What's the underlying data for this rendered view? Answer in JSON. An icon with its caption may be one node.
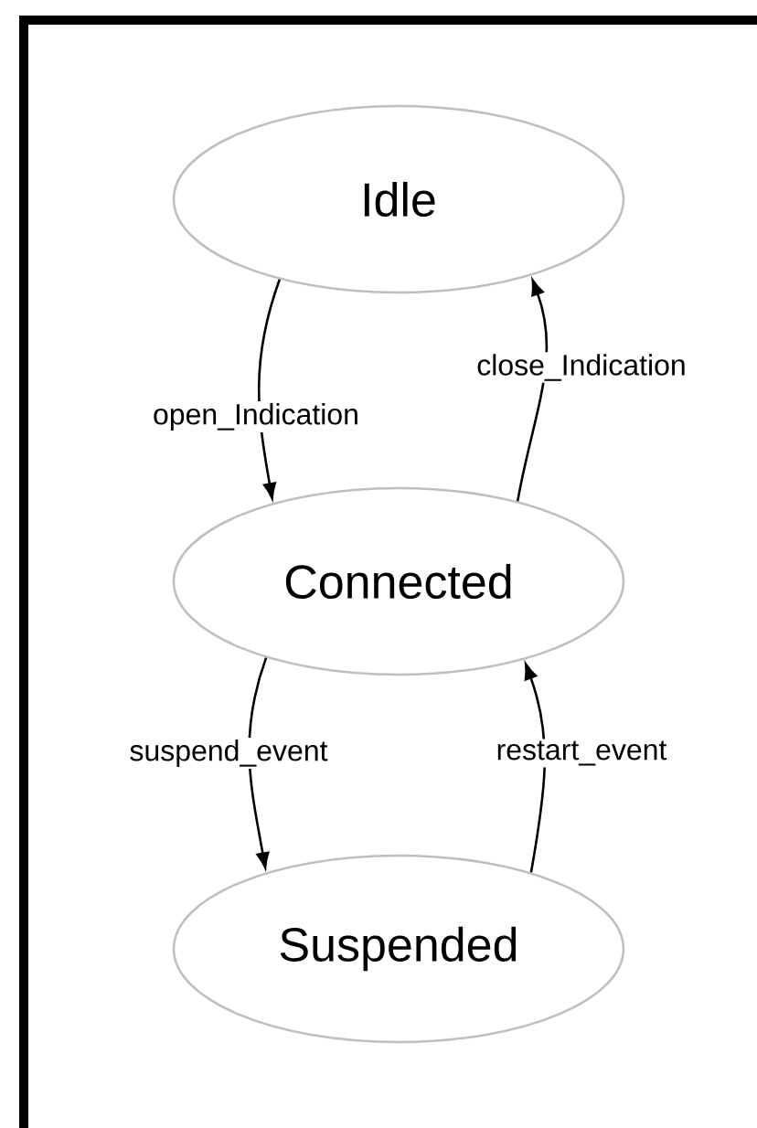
{
  "diagram": {
    "nodes": [
      {
        "text": [
          "Idle"
        ]
      },
      {
        "text": [
          "Connected"
        ]
      },
      {
        "text": [
          "Suspended"
        ]
      }
    ],
    "edges": [
      {
        "from": 0,
        "to": 1,
        "arrow": "to",
        "label": "open_Indication"
      },
      {
        "from": 1,
        "to": 0,
        "arrow": "to",
        "label": "close_Indication"
      },
      {
        "from": 1,
        "to": 2,
        "arrow": "to",
        "label": "suspend_event"
      },
      {
        "from": 2,
        "to": 1,
        "arrow": "to",
        "label": "restart_event"
      }
    ]
  }
}
